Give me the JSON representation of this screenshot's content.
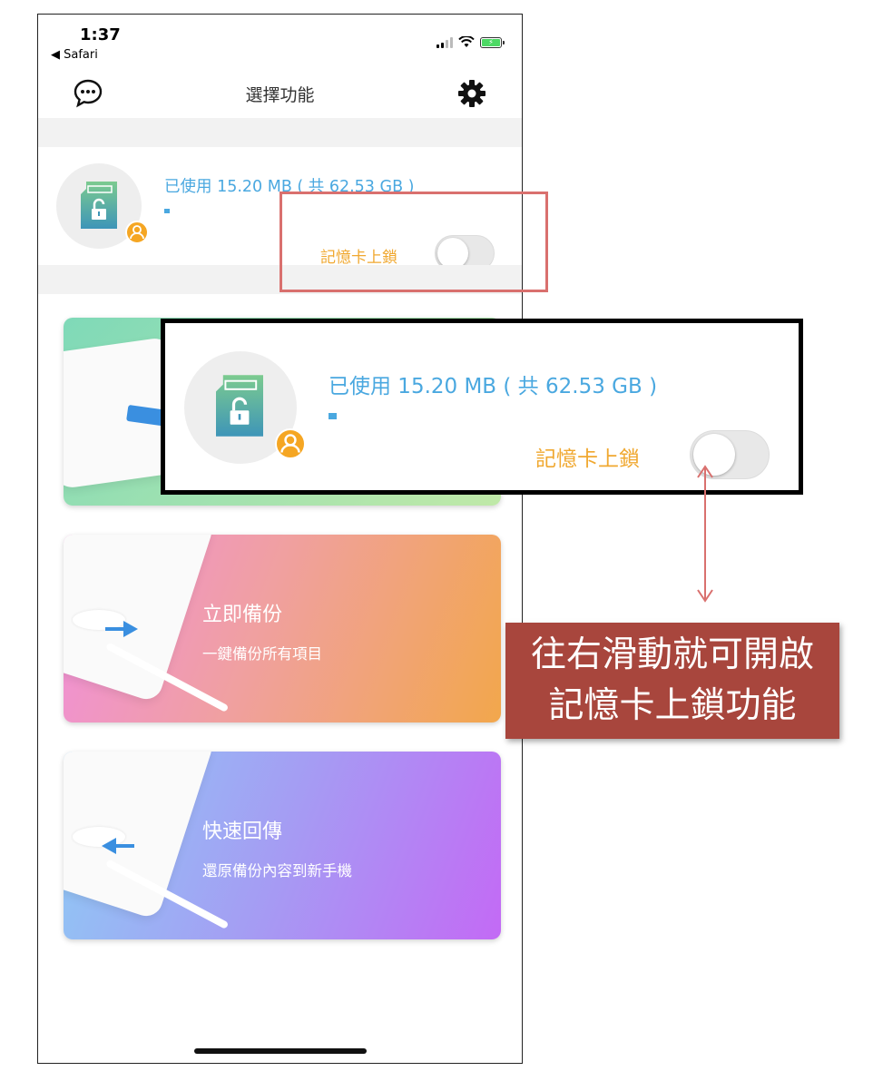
{
  "status_bar": {
    "time": "1:37",
    "back_app": "◀ Safari",
    "battery_symbol": "⚡"
  },
  "nav": {
    "title": "選擇功能"
  },
  "storage": {
    "usage_text": "已使用 15.20 MB ( 共 62.53 GB )",
    "lock_label": "記憶卡上鎖",
    "lock_enabled": false
  },
  "functions": [
    {
      "title": "",
      "subtitle": ""
    },
    {
      "title": "立即備份",
      "subtitle": "一鍵備份所有項目"
    },
    {
      "title": "快速回傳",
      "subtitle": "還原備份內容到新手機"
    }
  ],
  "zoom": {
    "usage_text": "已使用 15.20 MB ( 共 62.53 GB )",
    "lock_label": "記憶卡上鎖"
  },
  "callout": {
    "line1": "往右滑動就可開啟",
    "line2": "記憶卡上鎖功能"
  },
  "colors": {
    "accent_blue": "#4aa8e0",
    "lock_orange": "#f0a830",
    "highlight_red": "#d9706e",
    "callout_bg": "#a8463d"
  },
  "icons": [
    "chat-bubble-icon",
    "gear-icon",
    "sd-card-unlock-icon",
    "user-icon",
    "wifi-icon",
    "signal-icon",
    "battery-icon"
  ]
}
